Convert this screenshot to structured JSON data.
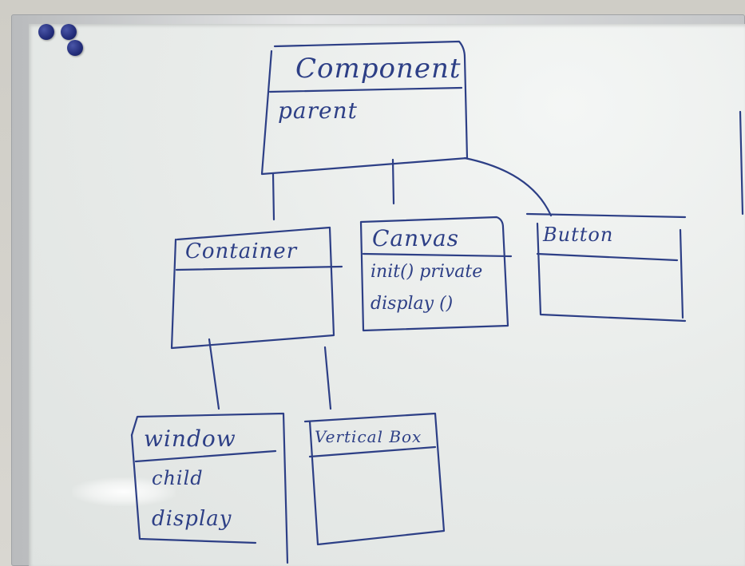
{
  "diagram": {
    "ink_color": "#2d3f86",
    "boxes": [
      {
        "id": "component",
        "name": "Component",
        "members": [
          "parent"
        ]
      },
      {
        "id": "container",
        "name": "Container",
        "members": []
      },
      {
        "id": "canvas",
        "name": "Canvas",
        "members": [
          "init() private",
          "display ()"
        ]
      },
      {
        "id": "button",
        "name": "Button",
        "members": []
      },
      {
        "id": "window",
        "name": "window",
        "members": [
          "child",
          "display"
        ]
      },
      {
        "id": "vertical-box",
        "name": "Vertical Box",
        "members": []
      }
    ],
    "connections": [
      {
        "from": "container",
        "to": "component"
      },
      {
        "from": "canvas",
        "to": "component"
      },
      {
        "from": "button",
        "to": "component"
      },
      {
        "from": "window",
        "to": "container"
      },
      {
        "from": "vertical-box",
        "to": "container"
      }
    ]
  }
}
